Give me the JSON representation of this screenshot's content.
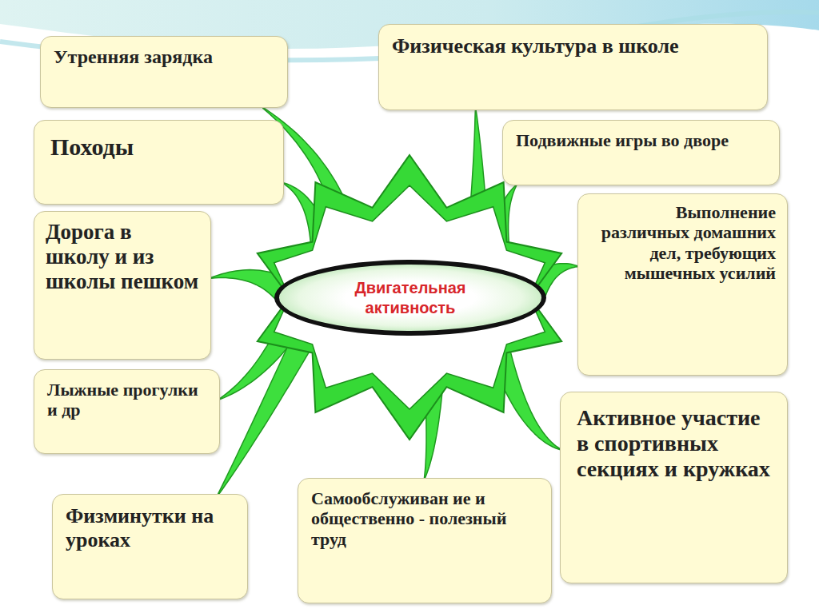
{
  "diagram": {
    "nodes": [
      {
        "text": [
          "Двигательная активность"
        ]
      },
      {
        "text": [
          "Утренняя зарядка"
        ]
      },
      {
        "text": [
          "Физическая культура в школе"
        ]
      },
      {
        "text": [
          "Походы"
        ]
      },
      {
        "text": [
          "Подвижные игры во дворе"
        ]
      },
      {
        "text": [
          "Дорога в школу и из школы пешком"
        ]
      },
      {
        "text": [
          "Выполнение различных домашних дел, требующих мышечных усилий"
        ]
      },
      {
        "text": [
          "Лыжные прогулки и др"
        ]
      },
      {
        "text": [
          "Активное участие в спортивных секциях и кружках"
        ]
      },
      {
        "text": [
          "Физминутки на уроках"
        ]
      },
      {
        "text": [
          "Самообслуживан ие и общественно - полезный труд"
        ]
      }
    ],
    "edges": [
      {
        "from": 0,
        "to": 1,
        "arrow": "none"
      },
      {
        "from": 0,
        "to": 2,
        "arrow": "none"
      },
      {
        "from": 0,
        "to": 3,
        "arrow": "none"
      },
      {
        "from": 0,
        "to": 4,
        "arrow": "none"
      },
      {
        "from": 0,
        "to": 5,
        "arrow": "none"
      },
      {
        "from": 0,
        "to": 6,
        "arrow": "none"
      },
      {
        "from": 0,
        "to": 7,
        "arrow": "none"
      },
      {
        "from": 0,
        "to": 8,
        "arrow": "none"
      },
      {
        "from": 0,
        "to": 9,
        "arrow": "none"
      },
      {
        "from": 0,
        "to": 10,
        "arrow": "none"
      }
    ]
  }
}
